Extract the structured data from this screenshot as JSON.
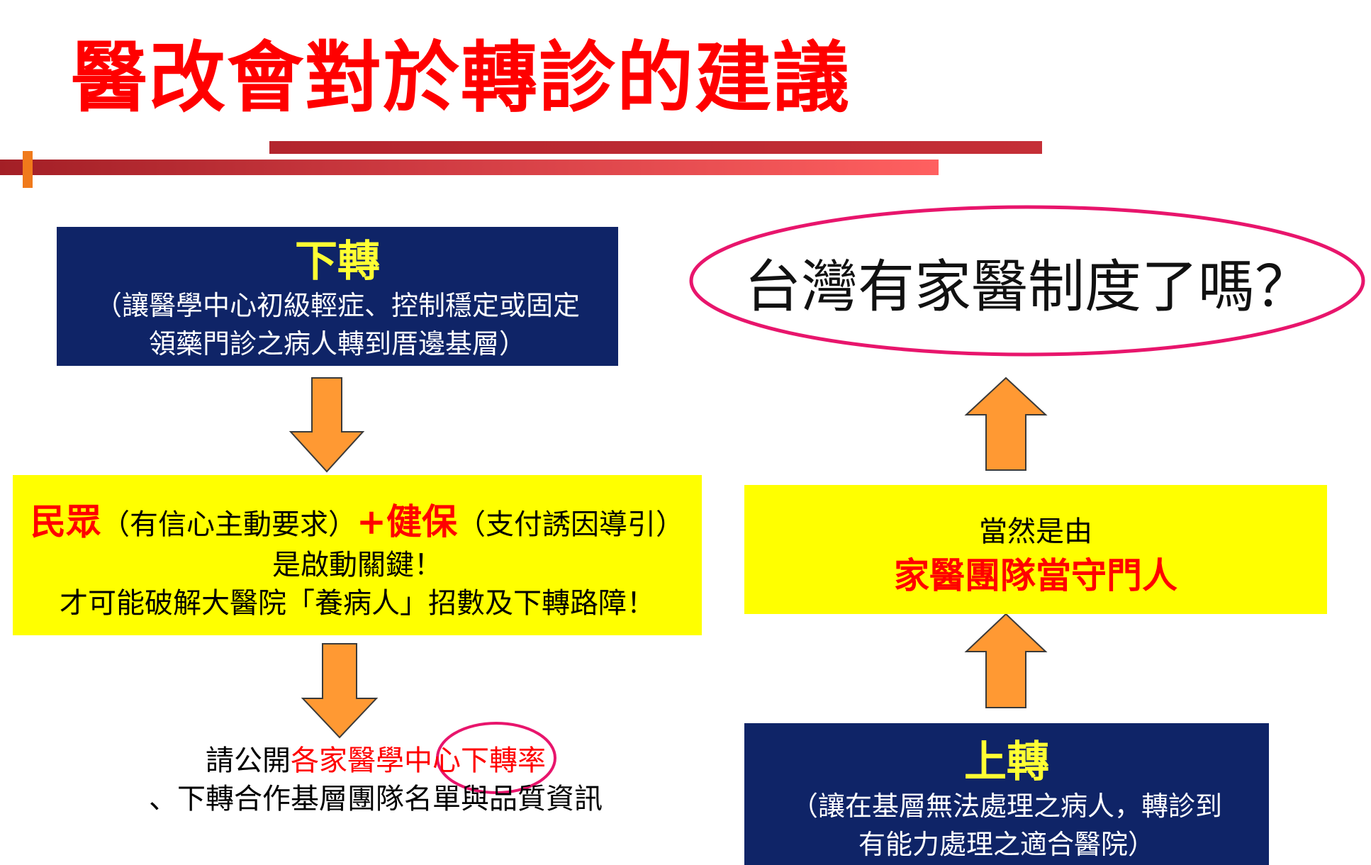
{
  "title": "醫改會對於轉診的建議",
  "colors": {
    "title": "#ff0000",
    "navy": "#0f2467",
    "yellow": "#ffff00",
    "arrow": "#ff9933",
    "highlight_ellipse": "#e8156c"
  },
  "down_referral": {
    "heading": "下轉",
    "body": "（讓醫學中心初級輕症、控制穩定或固定\n領藥門診之病人轉到厝邊基層）"
  },
  "key_box": {
    "red1": "民眾",
    "text1": "（有信心主動要求）",
    "red2": "+健保",
    "text2": "（支付誘因導引）",
    "line2": "是啟動關鍵！",
    "line3": "才可能破解大醫院「養病人」招數及下轉路障！"
  },
  "disclose": {
    "prefix": "請公開",
    "red": "各家醫學中心下轉率",
    "line2": "、下轉合作基層團隊名單與品質資訊"
  },
  "question": "台灣有家醫制度了嗎？",
  "gatekeeper": {
    "line1": "當然是由",
    "line2": "家醫團隊當守門人"
  },
  "up_referral": {
    "heading": "上轉",
    "body": "（讓在基層無法處理之病人，轉診到\n有能力處理之適合醫院）"
  }
}
